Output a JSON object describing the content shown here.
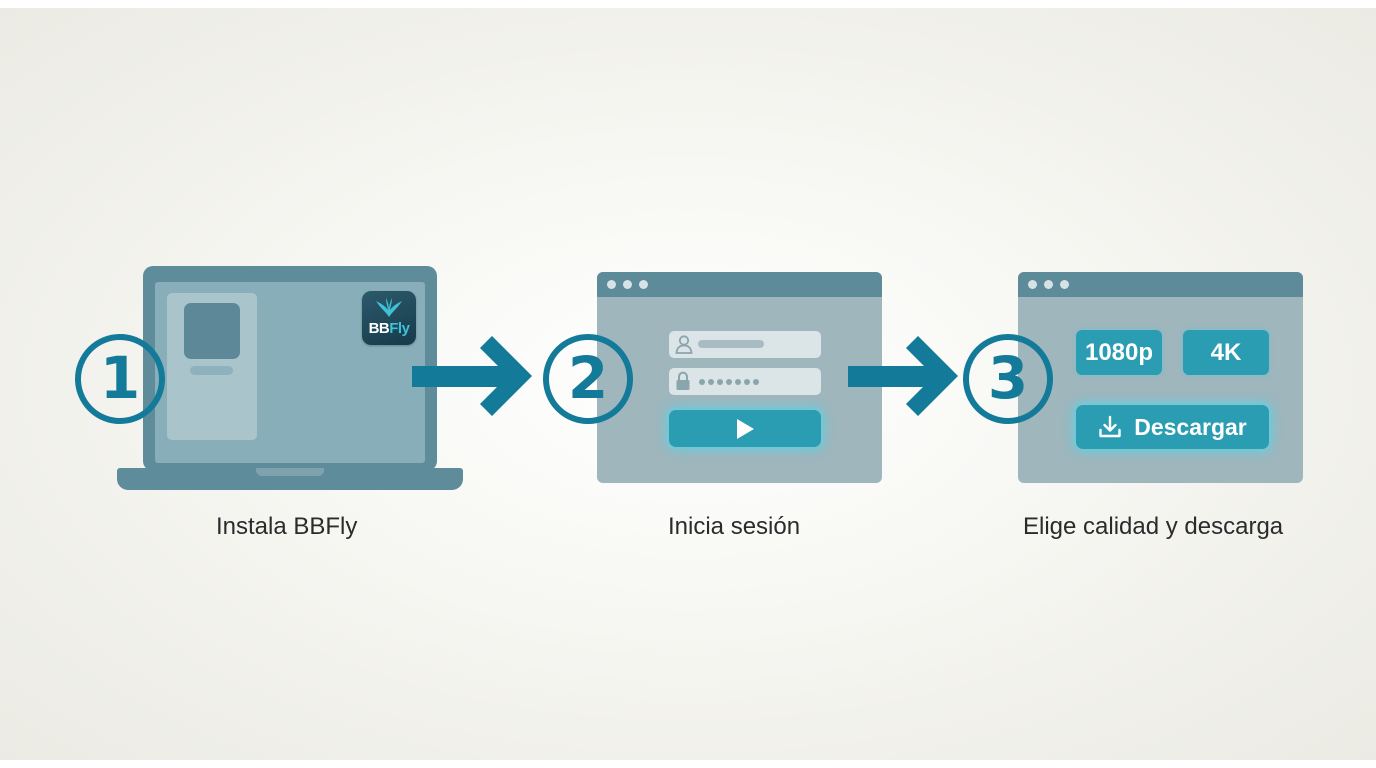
{
  "colors": {
    "accent": "#137a99",
    "window_frame": "#5e8b99",
    "window_body": "#9fb6bd",
    "button": "#2a9db3",
    "button_glow": "#50d7eb",
    "label_text": "#2b2b2b"
  },
  "steps": [
    {
      "number": "1",
      "label": "Instala BBFly",
      "illustration": "laptop",
      "app_icon": {
        "text_part1": "BB",
        "text_part2": "Fly",
        "icon": "bird-icon"
      }
    },
    {
      "number": "2",
      "label": "Inicia sesión",
      "illustration": "login-window",
      "form": {
        "username_icon": "user-icon",
        "password_icon": "lock-icon",
        "password_mask_dots": 7,
        "submit_icon": "play-icon"
      }
    },
    {
      "number": "3",
      "label": "Elige calidad y descarga",
      "illustration": "download-window",
      "quality_options": [
        "1080p",
        "4K"
      ],
      "download_label": "Descargar",
      "download_icon": "download-icon"
    }
  ],
  "connectors": [
    "arrow-right-icon",
    "arrow-right-icon"
  ]
}
